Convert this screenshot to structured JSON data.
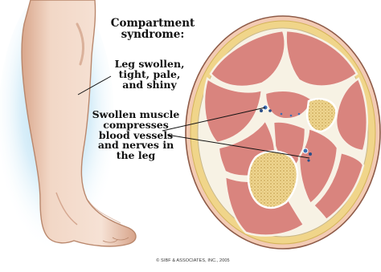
{
  "title": {
    "line1": "Compartment",
    "line2": "syndrome:"
  },
  "leg_callout": {
    "line1": "Leg swollen,",
    "line2": "tight, pale,",
    "line3": "and shiny"
  },
  "muscle_callout": {
    "line1": "Swollen muscle",
    "line2": "compresses",
    "line3": "blood vessels",
    "line4": "and nerves in",
    "line5": "the leg"
  },
  "copyright": "© SIBF & ASSOCIATES, INC., 2005",
  "colors": {
    "skin": "#f2d7c6",
    "skin_shadow": "#d9a78c",
    "glow": "#a8d8f0",
    "muscle": "#d9847e",
    "muscle_dark": "#c46c67",
    "fascia": "#f7f2e4",
    "fat": "#f0d58a",
    "bone": "#e8cf86",
    "vessel": "#3d6fb3"
  }
}
